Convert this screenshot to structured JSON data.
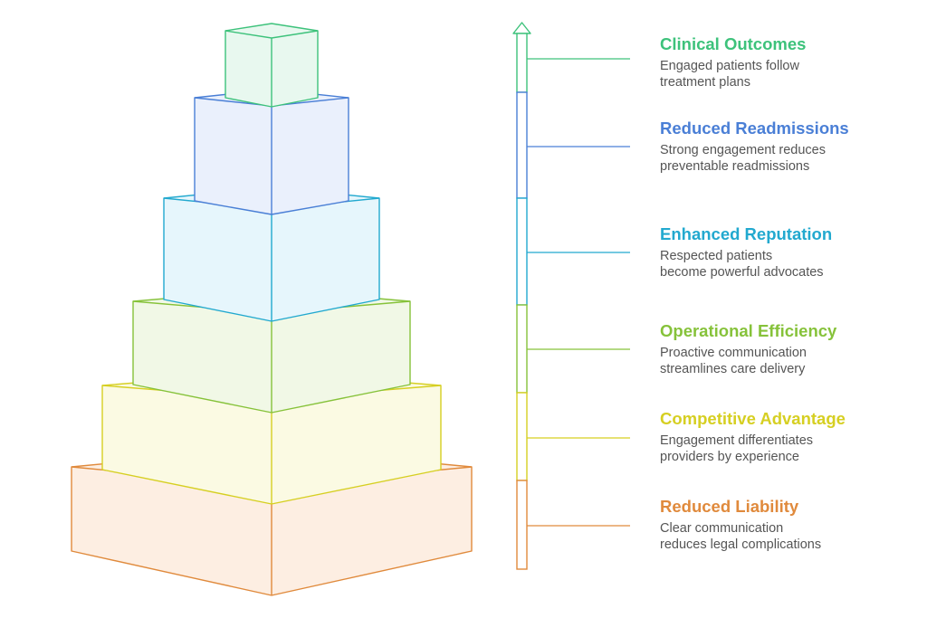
{
  "levels": [
    {
      "title": "Clinical Outcomes",
      "description_line1": "Engaged patients follow",
      "description_line2": "treatment plans",
      "color": "#3dc27b",
      "fill": "#e8f8ef"
    },
    {
      "title": "Reduced Readmissions",
      "description_line1": "Strong engagement reduces",
      "description_line2": "preventable readmissions",
      "color": "#4a7fd6",
      "fill": "#eaf0fc"
    },
    {
      "title": "Enhanced Reputation",
      "description_line1": "Respected patients",
      "description_line2": "become powerful advocates",
      "color": "#22a9cf",
      "fill": "#e6f6fc"
    },
    {
      "title": "Operational Efficiency",
      "description_line1": "Proactive communication",
      "description_line2": "streamlines care delivery",
      "color": "#86c23a",
      "fill": "#f1f8e6"
    },
    {
      "title": "Competitive Advantage",
      "description_line1": "Engagement differentiates",
      "description_line2": "providers by experience",
      "color": "#d6cf22",
      "fill": "#fbfae3"
    },
    {
      "title": "Reduced Liability",
      "description_line1": "Clear communication",
      "description_line2": "reduces legal complications",
      "color": "#e08a3c",
      "fill": "#fdeee2"
    }
  ]
}
